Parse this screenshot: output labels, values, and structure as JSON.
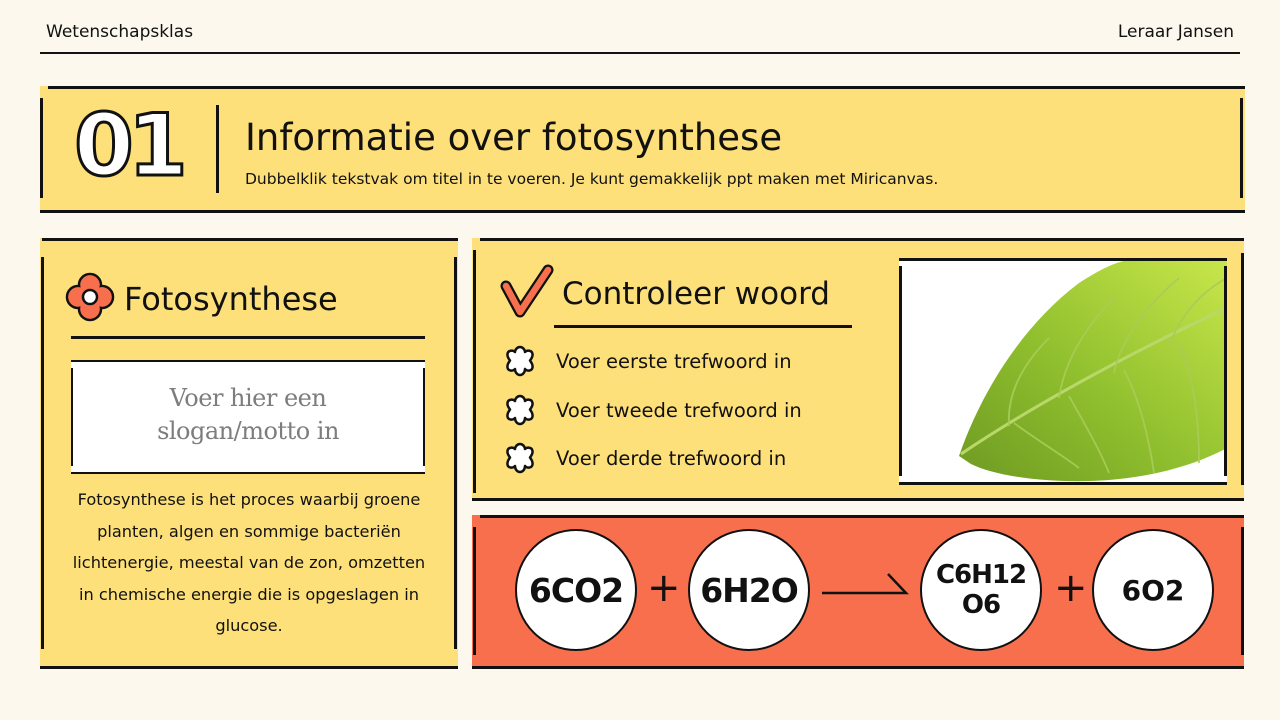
{
  "header": {
    "left_label": "Wetenschapsklas",
    "right_label": "Leraar Jansen"
  },
  "banner": {
    "number": "01",
    "title": "Informatie over fotosynthese",
    "subtitle": "Dubbelklik tekstvak om titel in te voeren. Je kunt gemakkelijk ppt maken met Miricanvas."
  },
  "left_panel": {
    "icon": "flower-icon",
    "heading": "Fotosynthese",
    "slogan_line1": "Voer hier een",
    "slogan_line2": "slogan/motto in",
    "body": "Fotosynthese is het proces waarbij groene planten, algen en sommige bacteriën lichtenergie, meestal van de zon, omzetten in chemische energie die is opgeslagen in glucose."
  },
  "keyword_panel": {
    "icon": "checkmark-icon",
    "heading": "Controleer woord",
    "items": [
      {
        "icon": "flower-outline-icon",
        "label": "Voer eerste trefwoord in"
      },
      {
        "icon": "flower-outline-icon",
        "label": "Voer tweede trefwoord in"
      },
      {
        "icon": "flower-outline-icon",
        "label": "Voer derde trefwoord in"
      }
    ],
    "image": "green-leaf-image"
  },
  "equation": {
    "reactant1": "6CO2",
    "plus1": "+",
    "reactant2": "6H2O",
    "arrow": "reaction-arrow",
    "product1_line1": "C6H12",
    "product1_line2": "O6",
    "plus2": "+",
    "product2": "6O2"
  },
  "colors": {
    "background": "#fdf8ee",
    "panel_yellow": "#fde07a",
    "accent_orange": "#f76f4d",
    "ink": "#111111",
    "slogan_gray": "#7d7d7d"
  }
}
